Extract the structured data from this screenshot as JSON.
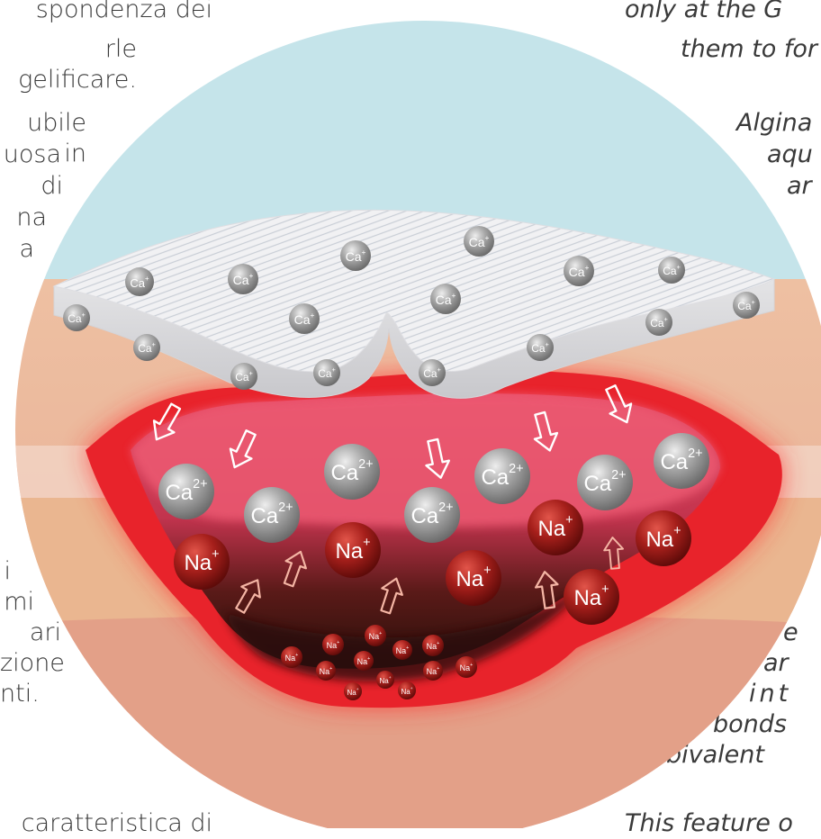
{
  "left_text": [
    "spondenza dei",
    "rle gelificare.",
    "ubile in",
    "uosa",
    "di",
    "na",
    "a",
    "i",
    "mi",
    "ari",
    "zione",
    "nti.",
    "caratteristica di"
  ],
  "right_text": [
    "only at the G",
    "them to for",
    "Algina",
    "aqu",
    "ar",
    "e",
    "ar",
    "int",
    "bonds",
    "bivalent",
    "This feature o"
  ],
  "ions": {
    "ca_small": "Ca",
    "ca_small_charge": "+",
    "ca_big": "Ca",
    "ca_big_charge": "2+",
    "na": "Na",
    "na_charge": "+"
  },
  "colors": {
    "sky": "#c5e4ea",
    "skin": "#e9b99a",
    "wound_red": "#e8232b",
    "wound_pink": "#ec5a72",
    "wound_dark": "#3a1610",
    "ca_ion": "#9c9c9c",
    "na_ion": "#a5201c",
    "pad": "#e8e8ea"
  }
}
